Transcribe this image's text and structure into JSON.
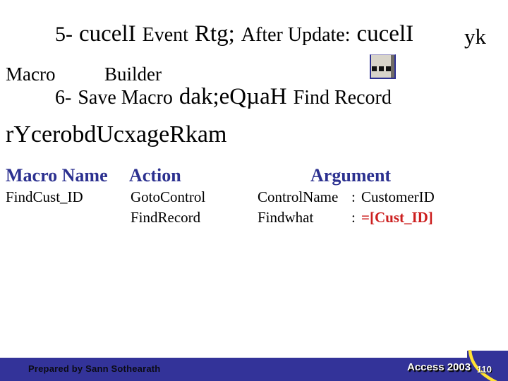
{
  "title_line": {
    "seg_number": "5-",
    "seg_khmer_1": "cucelI",
    "seg_latin_1": "Event",
    "seg_khmer_2": "Rtg;",
    "seg_latin_2": "After Update:",
    "seg_khmer_3": "cucelI",
    "corner_text": "yk"
  },
  "macro_builder": {
    "macro": "Macro",
    "builder": "Builder"
  },
  "builder_button": {
    "icon": "ellipsis-icon"
  },
  "save_line": {
    "seg_number": "6-",
    "seg_latin_1": "Save Macro",
    "seg_khmer": "dak;eQµaH",
    "seg_latin_2": "Find Record"
  },
  "section_heading": "rYcerobdUcxageRkam",
  "table": {
    "col_macro_name": "Macro Name",
    "col_action": "Action",
    "col_argument": "Argument",
    "rows": [
      {
        "macro_name": "FindCust_ID",
        "action": "GotoControl",
        "argument_name": "ControlName",
        "separator": ":",
        "argument_value": "CustomerID"
      },
      {
        "macro_name": "",
        "action": "FindRecord",
        "argument_name": "Findwhat",
        "separator": ":",
        "argument_value": "=[Cust_ID]"
      }
    ]
  },
  "footer": {
    "prepared_by": "Prepared by Sann Sothearath",
    "app_label": "Access 2003",
    "page_number": "110"
  },
  "colors": {
    "accent_navy": "#2C3190",
    "footer_navy": "#333399",
    "value_red": "#CC1F1F",
    "arc_yellow": "#FFE133",
    "button_face": "#D8D4CA"
  }
}
